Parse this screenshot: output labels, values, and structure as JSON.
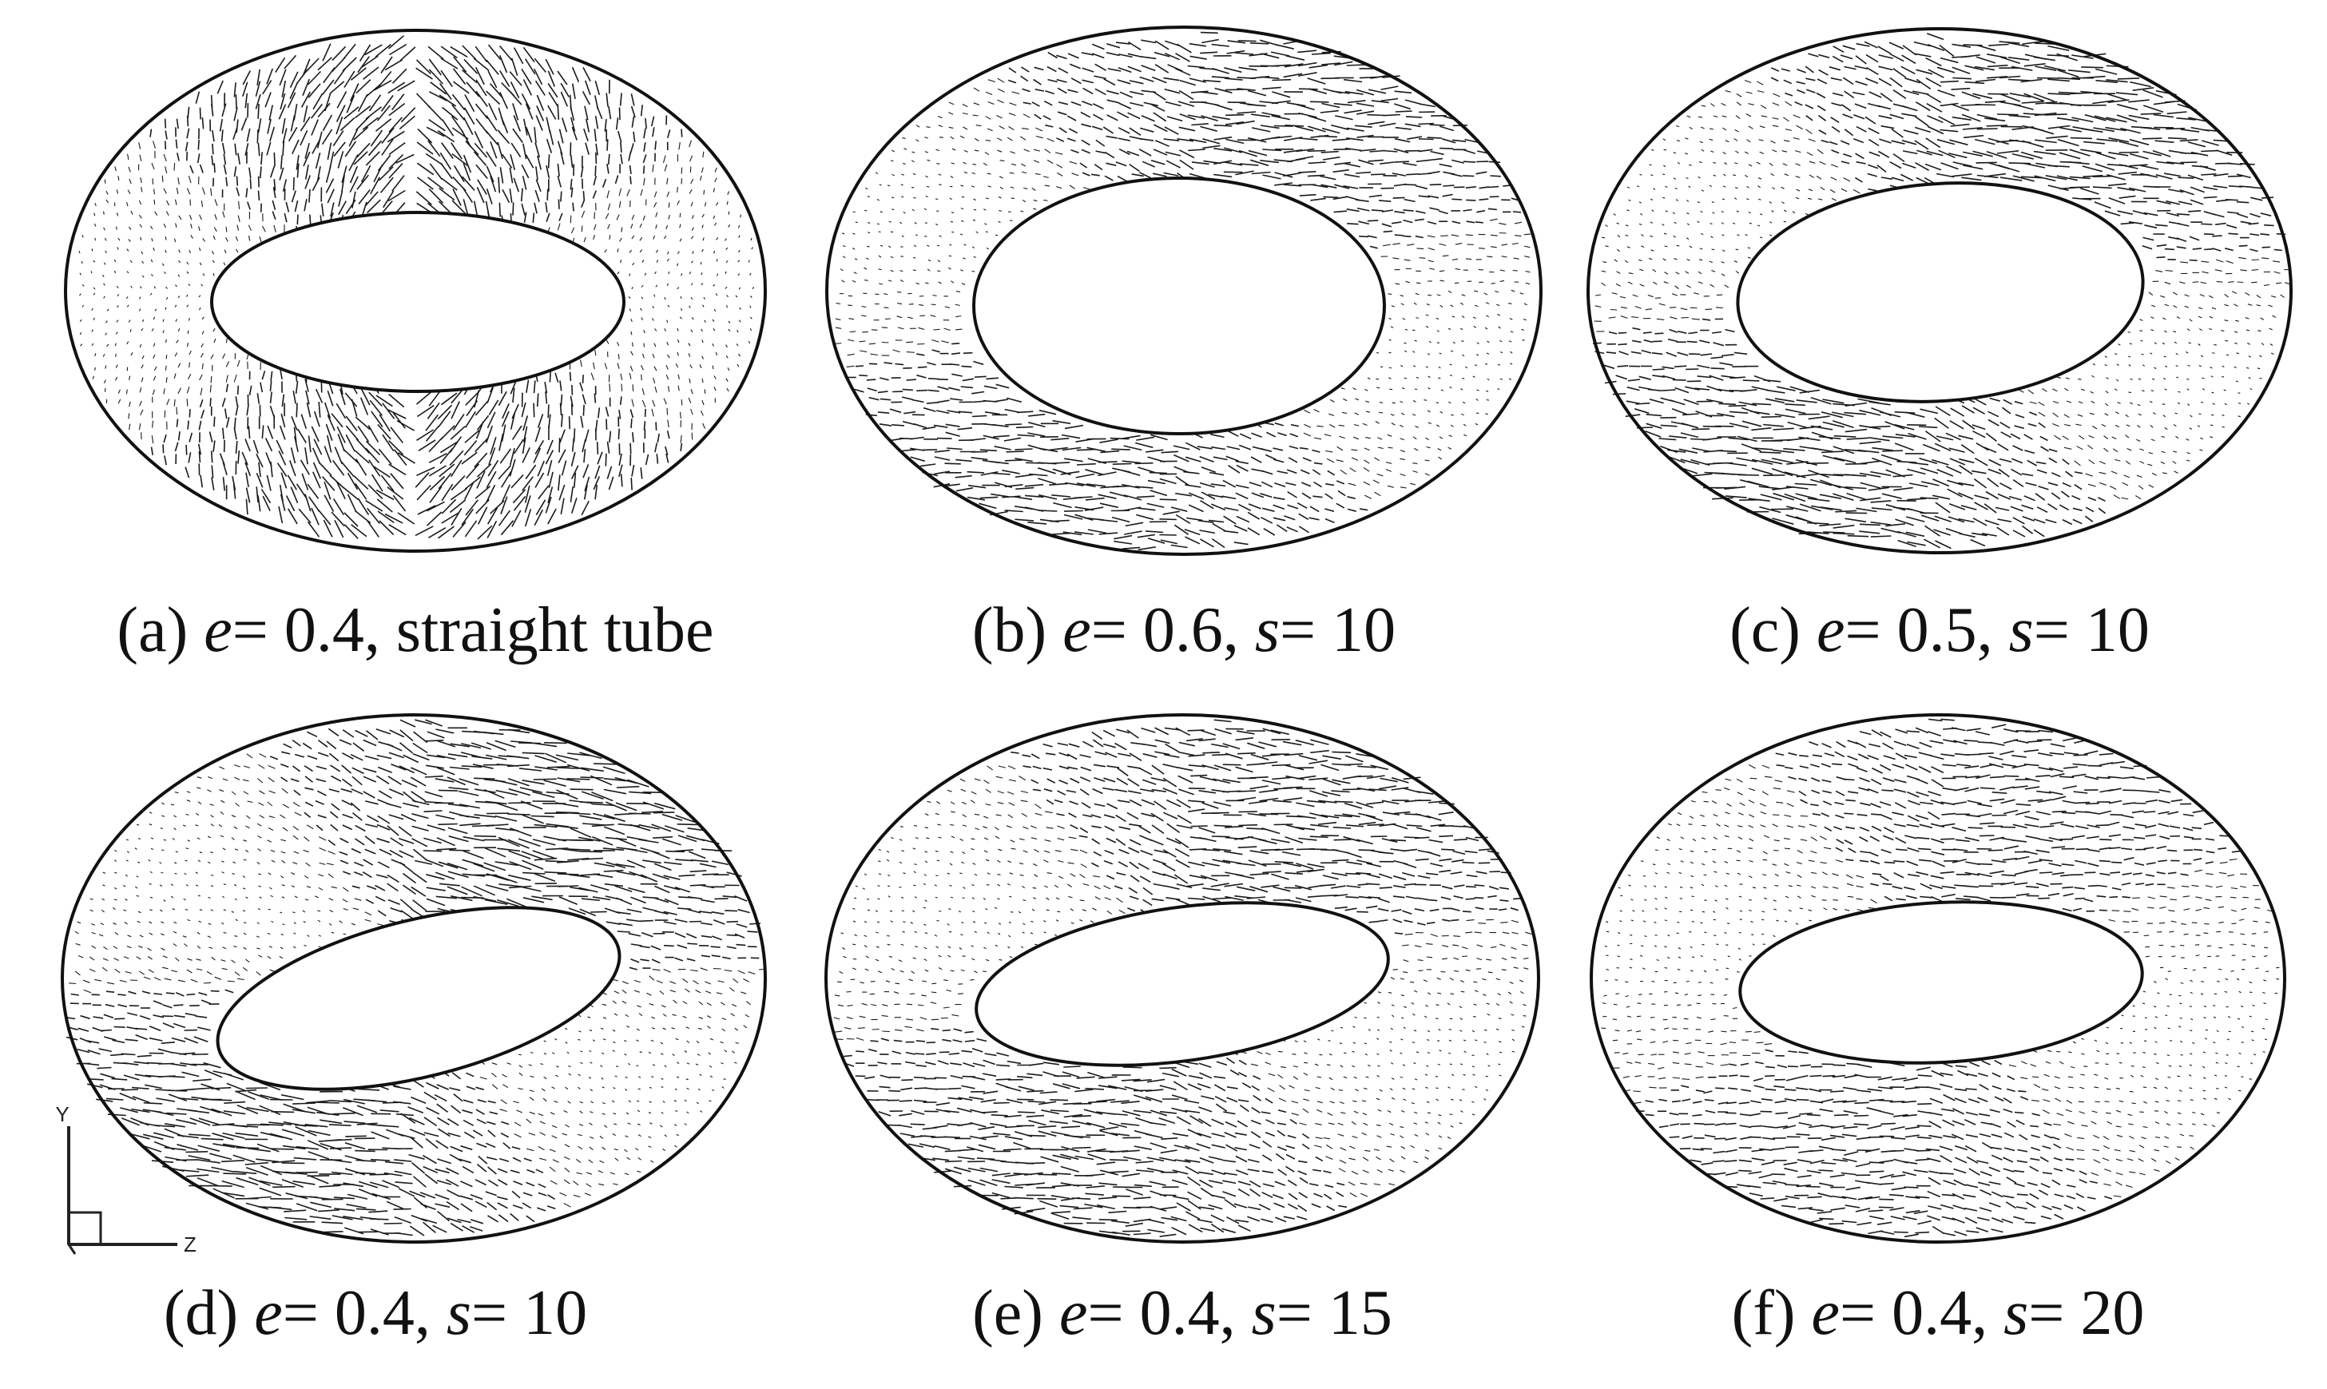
{
  "panels": [
    {
      "id": "a",
      "caption_label": "(a) ",
      "e_symbol": "e",
      "e_value": "= 0.4, ",
      "s_symbol": "",
      "s_value": "",
      "suffix": "straight tube",
      "inner_tilt_deg": 0,
      "flow_rotation_deg": 0,
      "flow_strength": 0.55
    },
    {
      "id": "b",
      "caption_label": "(b) ",
      "e_symbol": "e",
      "e_value": "= 0.6, ",
      "s_symbol": "s",
      "s_value": "= 10",
      "suffix": "",
      "inner_tilt_deg": 0,
      "flow_rotation_deg": 20,
      "flow_strength": 0.8
    },
    {
      "id": "c",
      "caption_label": "(c) ",
      "e_symbol": "e",
      "e_value": "= 0.5, ",
      "s_symbol": "s",
      "s_value": "= 10",
      "suffix": "",
      "inner_tilt_deg": -4,
      "flow_rotation_deg": 25,
      "flow_strength": 0.95
    },
    {
      "id": "d",
      "caption_label": "(d) ",
      "e_symbol": "e",
      "e_value": "= 0.4, ",
      "s_symbol": "s",
      "s_value": "= 10",
      "suffix": "",
      "inner_tilt_deg": -14,
      "flow_rotation_deg": 30,
      "flow_strength": 1.0
    },
    {
      "id": "e",
      "caption_label": "(e) ",
      "e_symbol": "e",
      "e_value": "= 0.4, ",
      "s_symbol": "s",
      "s_value": "= 15",
      "suffix": "",
      "inner_tilt_deg": -8,
      "flow_rotation_deg": 22,
      "flow_strength": 0.8
    },
    {
      "id": "f",
      "caption_label": "(f) ",
      "e_symbol": "e",
      "e_value": "= 0.4, ",
      "s_symbol": "s",
      "s_value": "= 20",
      "suffix": "",
      "inner_tilt_deg": -3,
      "flow_rotation_deg": 15,
      "flow_strength": 0.6
    }
  ],
  "axes_indicator": {
    "y_label": "Y",
    "z_label": "Z"
  },
  "colors": {
    "outline": "#111111",
    "vector": "#1a1a1a",
    "background": "#ffffff"
  }
}
